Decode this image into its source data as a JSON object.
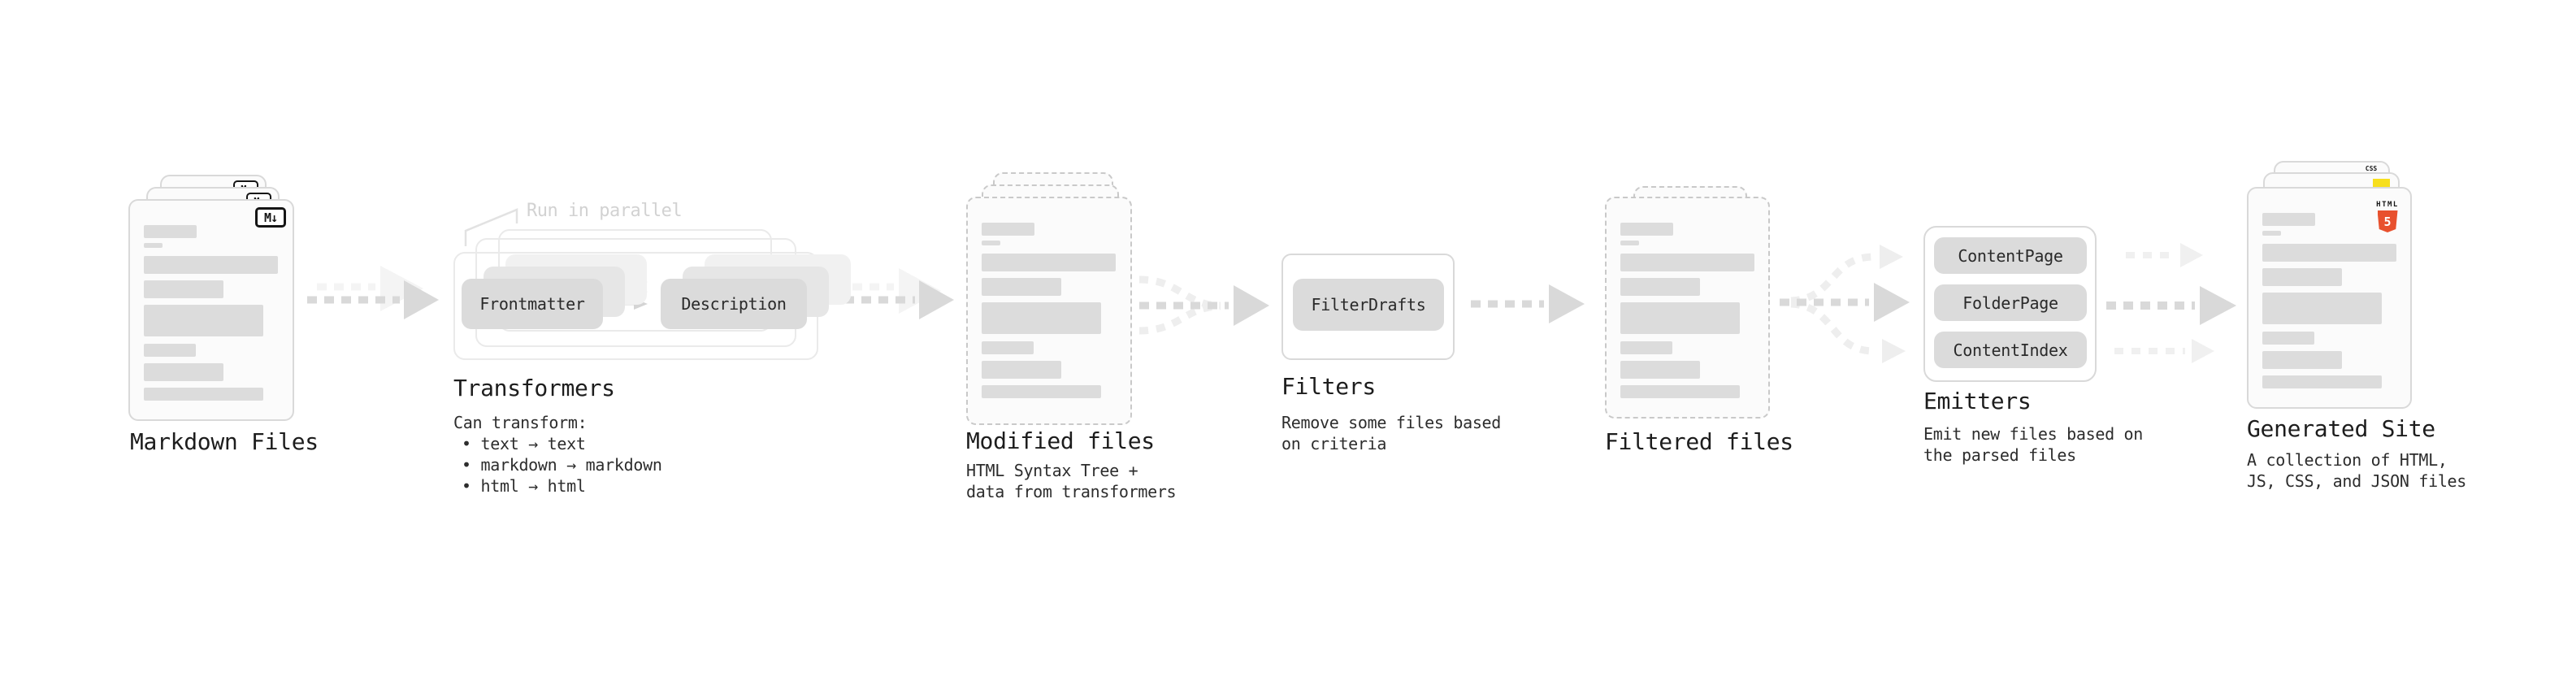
{
  "stages": {
    "markdown": {
      "title": "Markdown Files"
    },
    "transformers": {
      "note": "Run in parallel",
      "pill_frontmatter": "Frontmatter",
      "pill_description": "Description",
      "title": "Transformers",
      "caption": "Can transform:",
      "bullets": [
        "• text → text",
        "• markdown → markdown",
        "• html → html"
      ]
    },
    "modified": {
      "title": "Modified files",
      "caption_lines": [
        "HTML Syntax Tree +",
        "data from transformers"
      ]
    },
    "filters": {
      "title": "Filters",
      "pill": "FilterDrafts",
      "caption_lines": [
        "Remove some files based",
        "on criteria"
      ]
    },
    "filtered": {
      "title": "Filtered files"
    },
    "emitters": {
      "title": "Emitters",
      "pills": [
        "ContentPage",
        "FolderPage",
        "ContentIndex"
      ],
      "caption_lines": [
        "Emit new files based on",
        "the parsed files"
      ]
    },
    "generated": {
      "title": "Generated Site",
      "caption_lines": [
        "A collection of HTML,",
        "JS, CSS, and JSON files"
      ]
    }
  },
  "icons": {
    "markdown_badge": "M↓",
    "html5_label": "HTML",
    "html5_number": "5",
    "css_label": "CSS"
  },
  "colors": {
    "html5_orange": "#e8512e",
    "js_yellow": "#f7df1e",
    "css_blue": "#2962ff",
    "title_text": "#1d1d1d",
    "caption_text": "#2d2d2d",
    "muted_note": "#d2d2d2",
    "arrow_main": "#d9d9d9",
    "arrow_light": "#eeeeee"
  }
}
